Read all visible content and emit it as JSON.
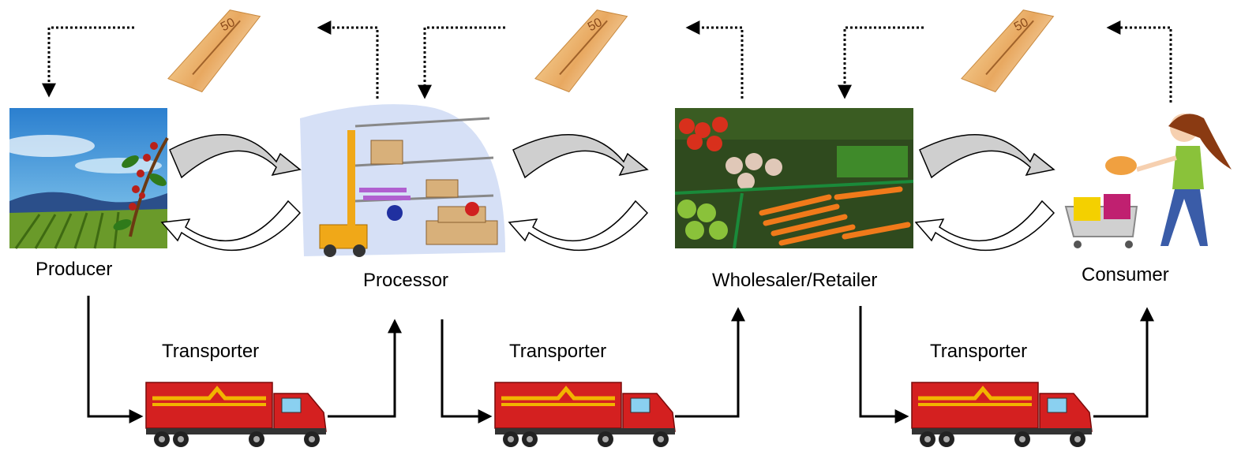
{
  "nodes": {
    "producer": "Producer",
    "processor": "Processor",
    "wholesaler": "Wholesaler/Retailer",
    "consumer": "Consumer"
  },
  "transporters": [
    "Transporter",
    "Transporter",
    "Transporter"
  ],
  "money": {
    "note_value": "50"
  },
  "colors": {
    "truck_red": "#d42020",
    "truck_stripe": "#f2b400",
    "arrow_fill": "#cfcfcf",
    "sky": "#3d8fd6",
    "field": "#6a9a2a"
  }
}
